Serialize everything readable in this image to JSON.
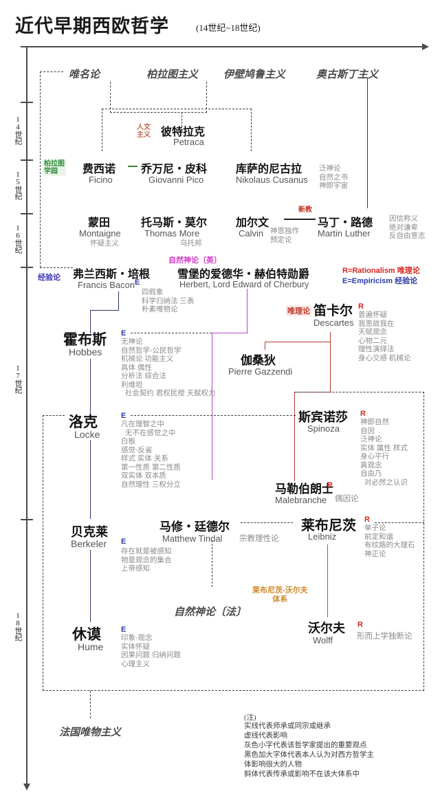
{
  "title": {
    "main": "近代早期西欧哲学",
    "range": "(14世纪~18世纪)"
  },
  "timeline": {
    "eras": [
      "14世纪",
      "15世纪",
      "16世纪",
      "17世纪",
      "18世纪"
    ]
  },
  "top_schools": [
    {
      "label": "唯名论"
    },
    {
      "label": "柏拉图主义"
    },
    {
      "label": "伊壁鸠鲁主义"
    },
    {
      "label": "奥古斯丁主义"
    }
  ],
  "side_labels": {
    "plato_academy": "柏拉图\n学园",
    "empiricism_left": "经验论",
    "humanism": "人文\n主义",
    "protestant": "新教",
    "deism_en": "自然神论〔英〕",
    "rationalism_tag": "唯理论",
    "deism_fr": "自然神论〔法〕",
    "leibniz_wolff": "莱布尼茨-沃尔夫\n体系",
    "french_materialism": "法国唯物主义"
  },
  "legend": {
    "rationalism": "R=Rationalism 唯理论",
    "empiricism": "E=Empiricism 经验论",
    "r_color": "#d6261f",
    "e_color": "#2b3aa8",
    "r_cn_color": "#d6261f",
    "e_cn_color": "#2b3aa8"
  },
  "philosophers": [
    {
      "cn": "彼特拉克",
      "en": "Petraca",
      "mark": "",
      "notes": ""
    },
    {
      "cn": "费西诺",
      "en": "Ficino",
      "mark": "",
      "notes": ""
    },
    {
      "cn": "乔万尼・皮科",
      "en": "Giovanni Pico",
      "mark": "",
      "notes": ""
    },
    {
      "cn": "库萨的尼古拉",
      "en": "Nikolaus Cusanus",
      "mark": "",
      "notes": "泛神论\n自然之书\n神即宇宙"
    },
    {
      "cn": "蒙田",
      "en": "Montaigne",
      "mark": "",
      "notes": "怀疑主义"
    },
    {
      "cn": "托马斯・莫尔",
      "en": "Thomas More",
      "mark": "",
      "notes": "乌托邦"
    },
    {
      "cn": "加尔文",
      "en": "Calvin",
      "mark": "",
      "notes": "神恩独作\n预定论"
    },
    {
      "cn": "马丁・路德",
      "en": "Martin Luther",
      "mark": "",
      "notes": "因信称义\n绝对谦卑\n反自由意志"
    },
    {
      "cn": "弗兰西斯・培根",
      "en": "Francis Bacon",
      "mark": "E",
      "notes": "四假象\n科学归纳法 三表\n朴素唯物论"
    },
    {
      "cn": "雪堡的爱德华・赫伯特勋爵",
      "en": "Herbert, Lord Edward of Cherbury",
      "mark": "",
      "notes": ""
    },
    {
      "cn": "霍布斯",
      "en": "Hobbes",
      "mark": "E",
      "notes": "无神论\n自然哲学-公民哲学\n机械论 功能主义\n具体 偶性\n分析法 综合法\n利维坦\n  社会契约 君权民授 天赋权力"
    },
    {
      "cn": "笛卡尔",
      "en": "Descartes",
      "mark": "R",
      "notes": "普遍怀疑\n我思故我在\n天赋观念\n心物二元\n理性演绎法\n身心交感 机械论"
    },
    {
      "cn": "伽桑狄",
      "en": "Pierre Gazzendi",
      "mark": "",
      "notes": ""
    },
    {
      "cn": "洛克",
      "en": "Locke",
      "mark": "E",
      "notes": "凡在理智之中\n  无不在感觉之中\n白板\n感觉-反省\n样式 实体 关系\n第一性质 第二性质\n双实体 双本质\n自然理性 三权分立"
    },
    {
      "cn": "斯宾诺莎",
      "en": "Spinoza",
      "mark": "R",
      "notes": "神即自然\n自因\n泛神论\n实体 属性 样式\n身心平行\n真观念\n自由乃\n  对必然之认识"
    },
    {
      "cn": "马勒伯朗士",
      "en": "Malebranche",
      "mark": "R",
      "notes": "偶因论"
    },
    {
      "cn": "贝克莱",
      "en": "Berkeler",
      "mark": "E",
      "notes": "存在就是被感知\n物是观念的集合\n上帝感知"
    },
    {
      "cn": "马修・廷德尔",
      "en": "Matthew Tindal",
      "mark": "",
      "notes": "宗教理性论"
    },
    {
      "cn": "莱布尼茨",
      "en": "Leibniz",
      "mark": "R",
      "notes": "单子论\n前定和谐\n有纹路的大理石\n神正论"
    },
    {
      "cn": "休谟",
      "en": "Hume",
      "mark": "E",
      "notes": "印象-观念\n实体怀疑\n因果问题 归纳问题\n心理主义"
    },
    {
      "cn": "沃尔夫",
      "en": "Wolff",
      "mark": "R",
      "notes": "形而上学独断论"
    }
  ],
  "footnote": {
    "header": "(注)",
    "lines": "    实线代表师承或同宗或继承\n    虚线代表影响\n    灰色小字代表该哲学家提出的重要观点\n    黑色加大字体代表本人认为对西方哲学主\n体影响很大的人物\n    斜体代表传承或影响不在该大体系中"
  }
}
